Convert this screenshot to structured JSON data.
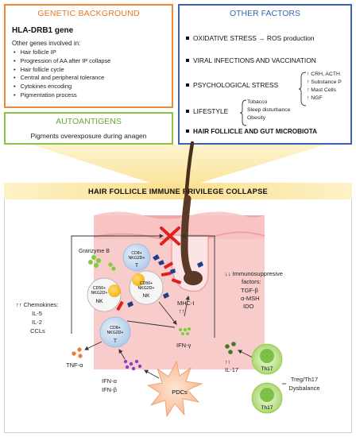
{
  "genetic": {
    "title": "GENETIC BACKGROUND",
    "gene": "HLA-DRB1 gene",
    "intro": "Other genes involved in:",
    "items": [
      "Hair follicle IP",
      "Progression of AA after IP collapse",
      "Hair follicle cycle",
      "Central and peripheral tolerance",
      "Cytokines encoding",
      "Pigmentation process"
    ]
  },
  "autoantigens": {
    "title": "AUTOANTIGENS",
    "text": "Pigments overexposure during anagen"
  },
  "other": {
    "title": "OTHER FACTORS",
    "oxidative": "OXIDATIVE STRESS",
    "oxidative_arrow": "→",
    "oxidative_result": "ROS production",
    "viral": "VIRAL INFECTIONS AND VACCINATION",
    "psych": "PSYCHOLOGICAL STRESS",
    "psych_items": [
      "↑ CRH, ACTH",
      "↑ Substance P",
      "↑ Mast Cells",
      "↑ NGF"
    ],
    "lifestyle": "LIFESTYLE",
    "lifestyle_items": [
      "Tobacco",
      "Sleep disturbance",
      "Obesity"
    ],
    "microbiota": "HAIR FOLLICLE AND GUT MICROBIOTA"
  },
  "banner": "HAIR FOLLICLE IMMUNE PRIVILEGE COLLAPSE",
  "diagram": {
    "granzyme": "Granzyme B",
    "cells": {
      "t1_line1": "CD8+",
      "t1_line2": "NKG2D+",
      "t1_type": "T",
      "nk1_line1": "CD56+",
      "nk1_line2": "NKG2D+",
      "nk1_type": "NK",
      "nk2_line1": "CD56+",
      "nk2_line2": "NKG2D+",
      "nk2_type": "NK",
      "t2_line1": "CD8+",
      "t2_line2": "NKG2D+",
      "t2_type": "T"
    },
    "mhc": "MHC-I",
    "mhc_arrows": "↑↑",
    "immuno_title": "↓↓ Immunosuppresive",
    "immuno_title2": "factors:",
    "immuno_items": [
      "TGF-β",
      "α-MSH",
      "IDO"
    ],
    "chemokines_title": "↑↑ Chemokines:",
    "chemokines_items": [
      "IL-5",
      "IL-2",
      "CCLs"
    ],
    "ifn_gamma": "IFN-γ",
    "tnf": "TNF-α",
    "ifn_ab_1": "IFN-α",
    "ifn_ab_2": "IFN-β",
    "pdcs": "PDCs",
    "il17": "IL-17",
    "il17_arrows": "↑↑",
    "th17": "Th17",
    "treg_1": "Treg/Th17",
    "treg_2": "Dysbalance"
  },
  "colors": {
    "genetic": "#ec8a3a",
    "autoantigens": "#8bc34a",
    "other": "#3b63b0",
    "banner": "#fbe08e",
    "skin": "#f4b7b7",
    "hair": "#5a3a26",
    "cross": "#e02020",
    "th17": "#8dc63f",
    "pdc": "#fbc9a6",
    "nk": "#f5b800",
    "tcell": "#c7dbf2"
  }
}
